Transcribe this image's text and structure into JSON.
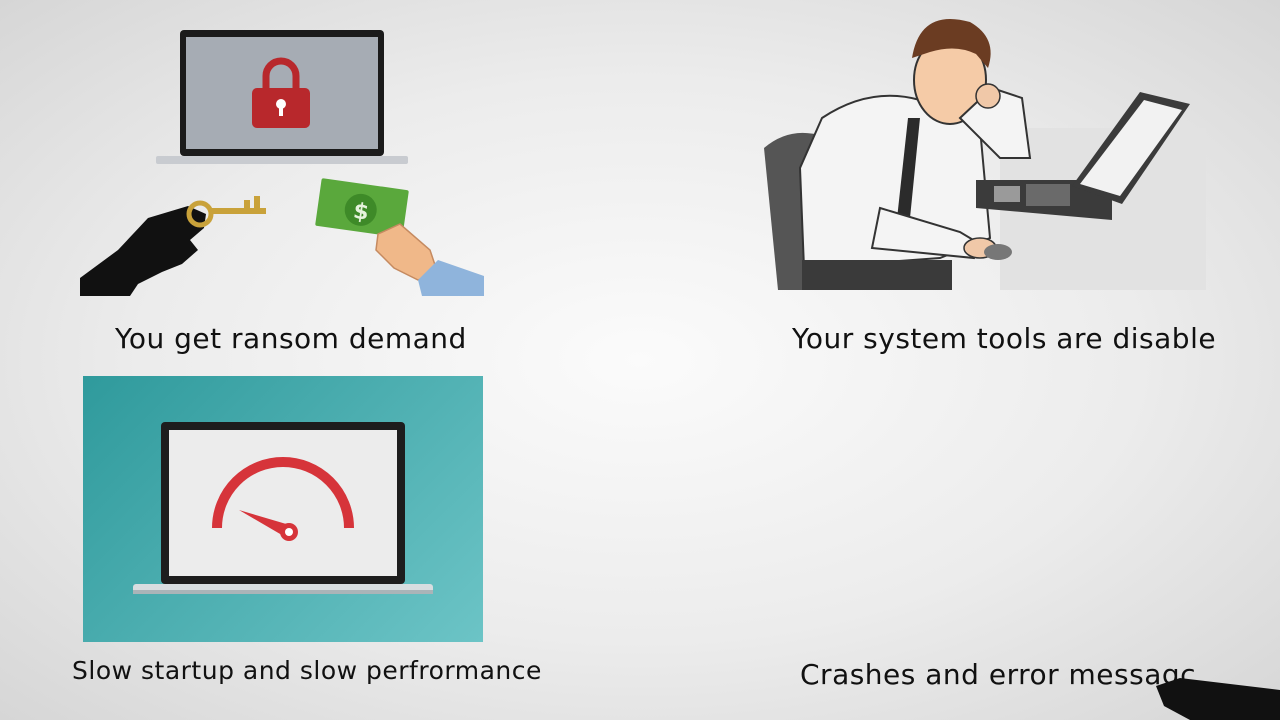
{
  "captions": {
    "ransom": "You get ransom demand",
    "tools": "Your system tools are disable",
    "slow": "Slow startup and slow perfrormance",
    "crashes": "Crashes and error messagc"
  },
  "icons": {
    "ransom": [
      "laptop-icon",
      "padlock-icon",
      "key-icon",
      "money-icon",
      "hand-icon"
    ],
    "tools": [
      "frustrated-man-illustration",
      "laptop-icon",
      "mouse-icon"
    ],
    "slow": [
      "laptop-icon",
      "speedometer-icon"
    ],
    "pen": "marker-hand-icon"
  },
  "colors": {
    "lock_red": "#b8282c",
    "money_green": "#5aa83c",
    "key_gold": "#c9a23a",
    "teal_bg": "#3fa9aa",
    "gauge_red": "#d6343a"
  }
}
